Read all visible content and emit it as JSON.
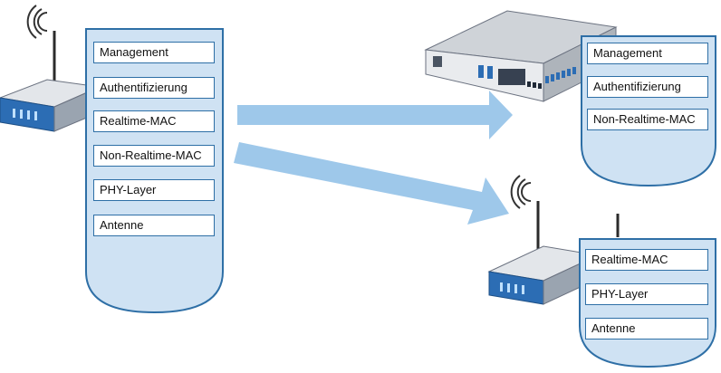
{
  "colors": {
    "panel_fill": "#cfe2f3",
    "panel_border": "#2e6fa6",
    "arrow_fill": "#9ec8ea",
    "device_blue": "#2c6db4"
  },
  "left_panel": {
    "device": "wireless-access-point",
    "layers": [
      "Management",
      "Authentifizierung",
      "Realtime-MAC",
      "Non-Realtime-MAC",
      "PHY-Layer",
      "Antenne"
    ]
  },
  "top_right_panel": {
    "device": "rack-controller",
    "layers": [
      "Management",
      "Authentifizierung",
      "Non-Realtime-MAC"
    ]
  },
  "bottom_right_panel": {
    "device": "wireless-access-point",
    "layers": [
      "Realtime-MAC",
      "PHY-Layer",
      "Antenne"
    ]
  }
}
